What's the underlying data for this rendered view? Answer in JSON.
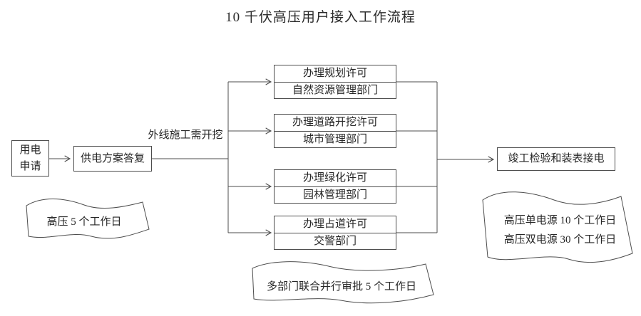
{
  "title": "10 千伏高压用户接入工作流程",
  "nodes": {
    "application": {
      "line1": "用电",
      "line2": "申请"
    },
    "supply_reply": "供电方案答复",
    "branch_label": "外线施工需开挖",
    "permits": [
      {
        "name": "办理规划许可",
        "department": "自然资源管理部门"
      },
      {
        "name": "办理道路开挖许可",
        "department": "城市管理部门"
      },
      {
        "name": "办理绿化许可",
        "department": "园林管理部门"
      },
      {
        "name": "办理占道许可",
        "department": "交警部门"
      }
    ],
    "completion": "竣工检验和装表接电"
  },
  "notes": {
    "reply_duration": "高压 5 个工作日",
    "parallel_approval": "多部门联合并行审批 5 个工作日",
    "completion_durations": [
      "高压单电源 10 个工作日",
      "高压双电源 30 个工作日"
    ]
  },
  "colors": {
    "line": "#4d4d4d",
    "text": "#262626",
    "background": "#ffffff"
  }
}
